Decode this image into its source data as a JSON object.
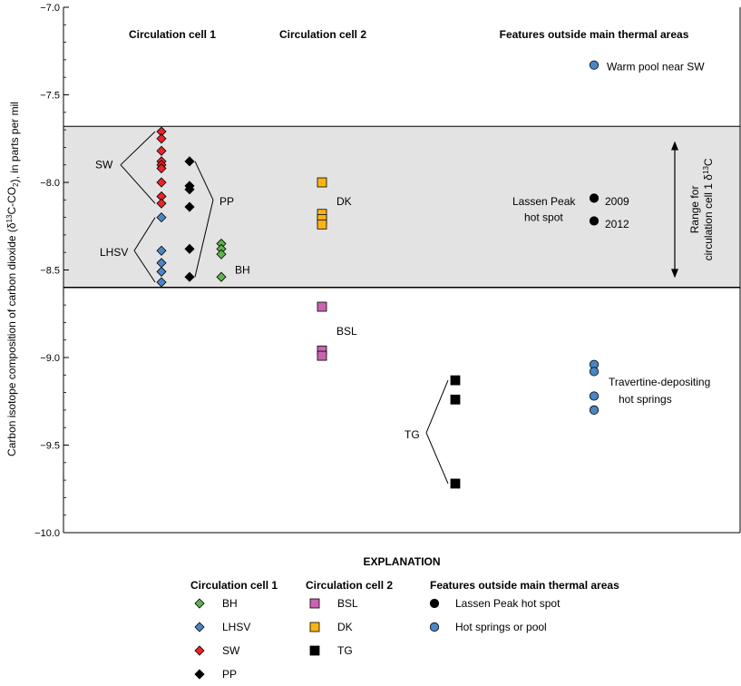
{
  "chart_data": {
    "type": "scatter",
    "ylabel": "Carbon isotope composition of carbon dioxide (δ13C-CO2), in parts per mil",
    "ylim": [
      -10.0,
      -7.0
    ],
    "yticks": [
      -7.0,
      -7.5,
      -8.0,
      -8.5,
      -9.0,
      -9.5,
      -10.0
    ],
    "ytick_labels": [
      "−7.0",
      "−7.5",
      "−8.0",
      "−8.5",
      "−9.0",
      "−9.5",
      "−10.0"
    ],
    "grid": false,
    "range_band": {
      "ymin": -8.6,
      "ymax": -7.68,
      "color": "#e3e3e3",
      "label": "Range for circulation cell 1 δ13C"
    },
    "column_headers": [
      "Circulation cell 1",
      "Circulation cell 2",
      "Features outside main thermal areas"
    ],
    "series": [
      {
        "name": "BH",
        "group": "Circulation cell 1",
        "marker": "diamond",
        "color": "#5fb44d",
        "values": [
          -8.35,
          -8.38,
          -8.41,
          -8.54
        ]
      },
      {
        "name": "LHSV",
        "group": "Circulation cell 1",
        "marker": "diamond",
        "color": "#4a86c6",
        "values": [
          -8.2,
          -8.39,
          -8.46,
          -8.51,
          -8.57
        ]
      },
      {
        "name": "SW",
        "group": "Circulation cell 1",
        "marker": "diamond",
        "color": "#e8252a",
        "values": [
          -7.71,
          -7.75,
          -7.82,
          -7.88,
          -7.9,
          -7.92,
          -8.0,
          -8.08,
          -8.12
        ]
      },
      {
        "name": "PP",
        "group": "Circulation cell 1",
        "marker": "diamond",
        "color": "#000000",
        "values": [
          -7.88,
          -8.02,
          -8.04,
          -8.14,
          -8.38,
          -8.54
        ]
      },
      {
        "name": "BSL",
        "group": "Circulation cell 2",
        "marker": "square",
        "color": "#c964b0",
        "values": [
          -8.71,
          -8.96,
          -8.99
        ]
      },
      {
        "name": "DK",
        "group": "Circulation cell 2",
        "marker": "square",
        "color": "#fbb416",
        "values": [
          -8.0,
          -8.18,
          -8.21,
          -8.24
        ]
      },
      {
        "name": "TG",
        "group": "Circulation cell 2",
        "marker": "square",
        "color": "#000000",
        "values": [
          -9.13,
          -9.24,
          -9.72
        ]
      },
      {
        "name": "Lassen Peak hot spot",
        "group": "Features outside main thermal areas",
        "marker": "circle",
        "color": "#000000",
        "values": [
          -8.09,
          -8.22
        ]
      },
      {
        "name": "Hot springs or pool",
        "group": "Features outside main thermal areas",
        "marker": "circle",
        "color": "#4a86c6",
        "values": [
          -7.33,
          -9.04,
          -9.08,
          -9.22,
          -9.3
        ]
      }
    ],
    "annotations": {
      "SW": "SW",
      "PP": "PP",
      "LHSV": "LHSV",
      "BH": "BH",
      "DK": "DK",
      "BSL": "BSL",
      "TG": "TG",
      "warm_pool": "Warm pool near SW",
      "lassen_line1": "Lassen Peak",
      "lassen_line2": "hot spot",
      "year_2009": "2009",
      "year_2012": "2012",
      "travertine_line1": "Travertine-depositing",
      "travertine_line2": "hot springs",
      "range_line1": "Range for",
      "range_line2": "circulation cell 1 δ13C"
    },
    "legend": {
      "title": "EXPLANATION",
      "placement": "bottom",
      "groups": [
        {
          "title": "Circulation cell 1",
          "items": [
            "BH",
            "LHSV",
            "SW",
            "PP"
          ]
        },
        {
          "title": "Circulation cell 2",
          "items": [
            "BSL",
            "DK",
            "TG"
          ]
        },
        {
          "title": "Features outside main thermal areas",
          "items": [
            "Lassen Peak hot spot",
            "Hot springs or pool"
          ]
        }
      ]
    }
  }
}
